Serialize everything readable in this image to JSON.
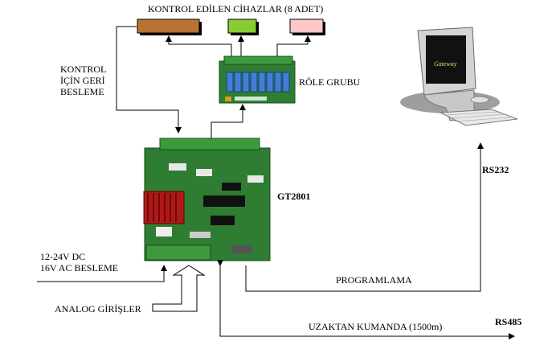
{
  "title": "KONTROL  EDİLEN CİHAZLAR  (8 ADET)",
  "devices": [
    {
      "color": "#B87333"
    },
    {
      "color": "#88CC33"
    },
    {
      "color": "#FFC8C8"
    }
  ],
  "labels": {
    "feedback": [
      "KONTROL",
      "İÇİN GERİ",
      "BESLEME"
    ],
    "relay_group": "RÖLE GRUBU",
    "board": "GT2801",
    "rs232": "RS232",
    "power": [
      "12-24V DC",
      "16V AC BESLEME"
    ],
    "programming": "PROGRAMLAMA",
    "analog_inputs": "ANALOG GİRİŞLER",
    "remote_control": "UZAKTAN KUMANDA  (1500m)",
    "rs485": "RS485"
  },
  "computer": {
    "brand": "Gateway"
  },
  "colors": {
    "pcb": "#2E7D32",
    "terminal": "#3C9A3C",
    "relay": "#3F7FD9",
    "heatsink": "#B01818",
    "monitor": "#D4D4D4"
  }
}
